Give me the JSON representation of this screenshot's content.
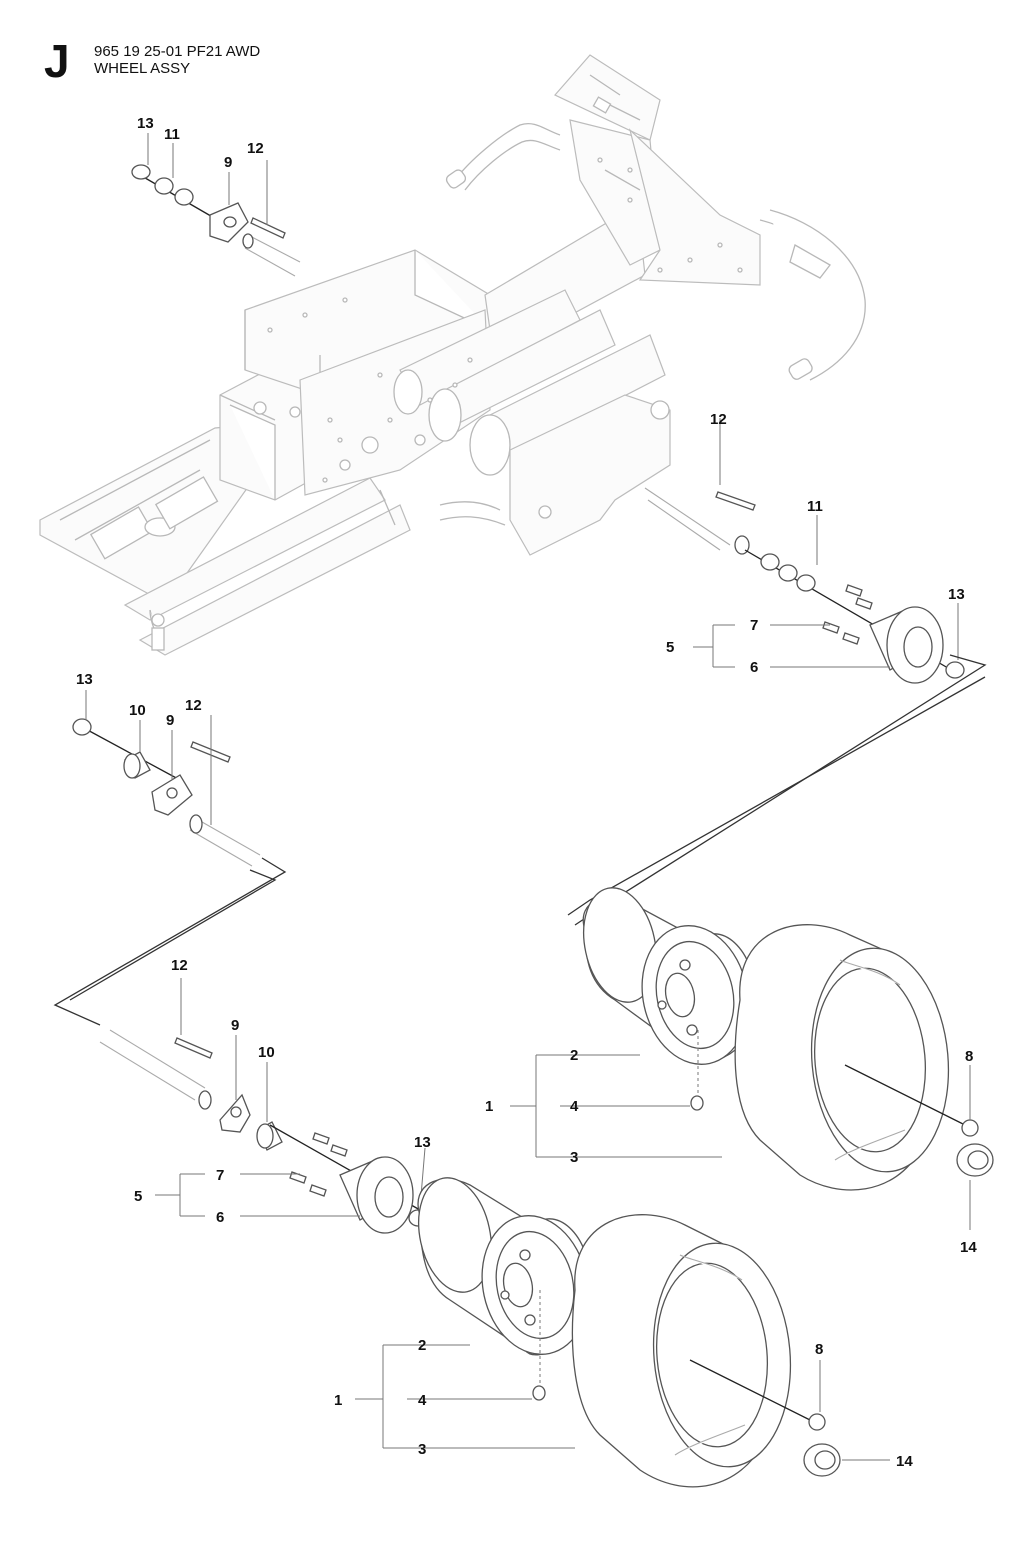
{
  "header": {
    "section_letter": "J",
    "part_number": "965 19 25-01 PF21 AWD",
    "assy_name": "WHEEL ASSY"
  },
  "callouts": {
    "c1": "1",
    "c2": "2",
    "c3": "3",
    "c4": "4",
    "c5": "5",
    "c6": "6",
    "c7": "7",
    "c8": "8",
    "c9": "9",
    "c10": "10",
    "c11": "11",
    "c12": "12",
    "c13": "13",
    "c14": "14"
  },
  "colors": {
    "ink": "#111111",
    "frame_line": "#b8b8b8",
    "part_line": "#555555"
  }
}
